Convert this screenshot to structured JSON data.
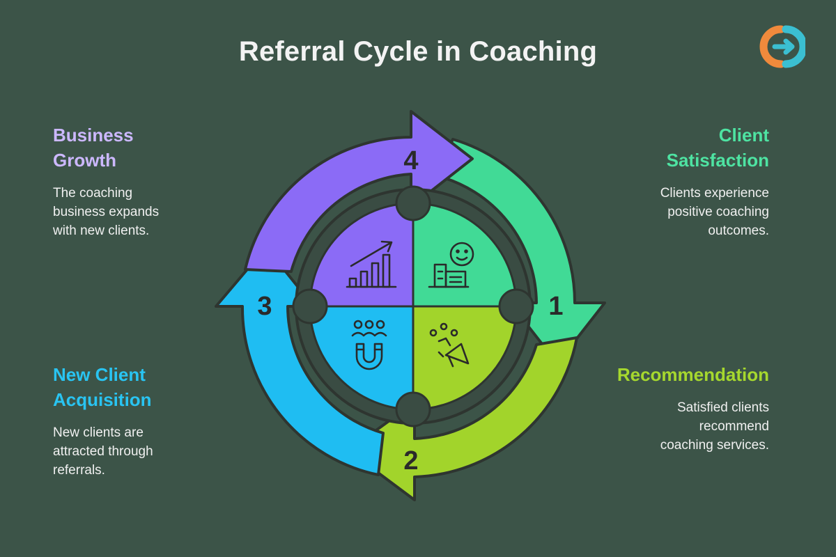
{
  "title": "Referral Cycle in Coaching",
  "logo_icon": "brand-logo-icon",
  "steps": [
    {
      "number": "1",
      "heading_lines": [
        "Client",
        "Satisfaction"
      ],
      "description_lines": [
        "Clients experience",
        "positive coaching",
        "outcomes."
      ],
      "color": "#41da96",
      "icon": "smiley-building-icon"
    },
    {
      "number": "2",
      "heading_lines": [
        "Recommendation"
      ],
      "description_lines": [
        "Satisfied clients",
        "recommend",
        "coaching services."
      ],
      "color": "#a2d42b",
      "icon": "megaphone-people-icon"
    },
    {
      "number": "3",
      "heading_lines": [
        "New Client",
        "Acquisition"
      ],
      "description_lines": [
        "New clients are",
        "attracted through",
        "referrals."
      ],
      "color": "#1fbdf2",
      "icon": "magnet-people-icon"
    },
    {
      "number": "4",
      "heading_lines": [
        "Business",
        "Growth"
      ],
      "description_lines": [
        "The coaching",
        "business expands",
        "with new clients."
      ],
      "color": "#8b6bf6",
      "icon": "growth-chart-icon"
    }
  ]
}
